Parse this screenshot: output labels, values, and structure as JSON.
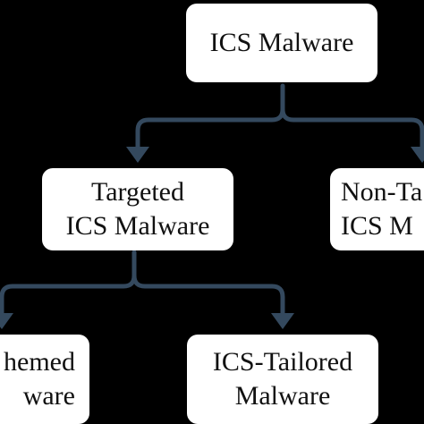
{
  "diagram": {
    "colors": {
      "background": "#000000",
      "node_fill": "#ffffff",
      "text": "#111111",
      "connector": "#34495e"
    },
    "nodes": {
      "root": {
        "line1": "ICS Malware"
      },
      "targeted": {
        "line1": "Targeted",
        "line2": "ICS Malware"
      },
      "non_targeted": {
        "line1": "Non-Ta",
        "line2": "ICS M"
      },
      "themed": {
        "line1": "hemed",
        "line2": "ware"
      },
      "ics_tailored": {
        "line1": "ICS-Tailored",
        "line2": "Malware"
      }
    },
    "edges": [
      {
        "from": "root",
        "to": "targeted"
      },
      {
        "from": "root",
        "to": "non_targeted"
      },
      {
        "from": "targeted",
        "to": "themed"
      },
      {
        "from": "targeted",
        "to": "ics_tailored"
      }
    ]
  }
}
